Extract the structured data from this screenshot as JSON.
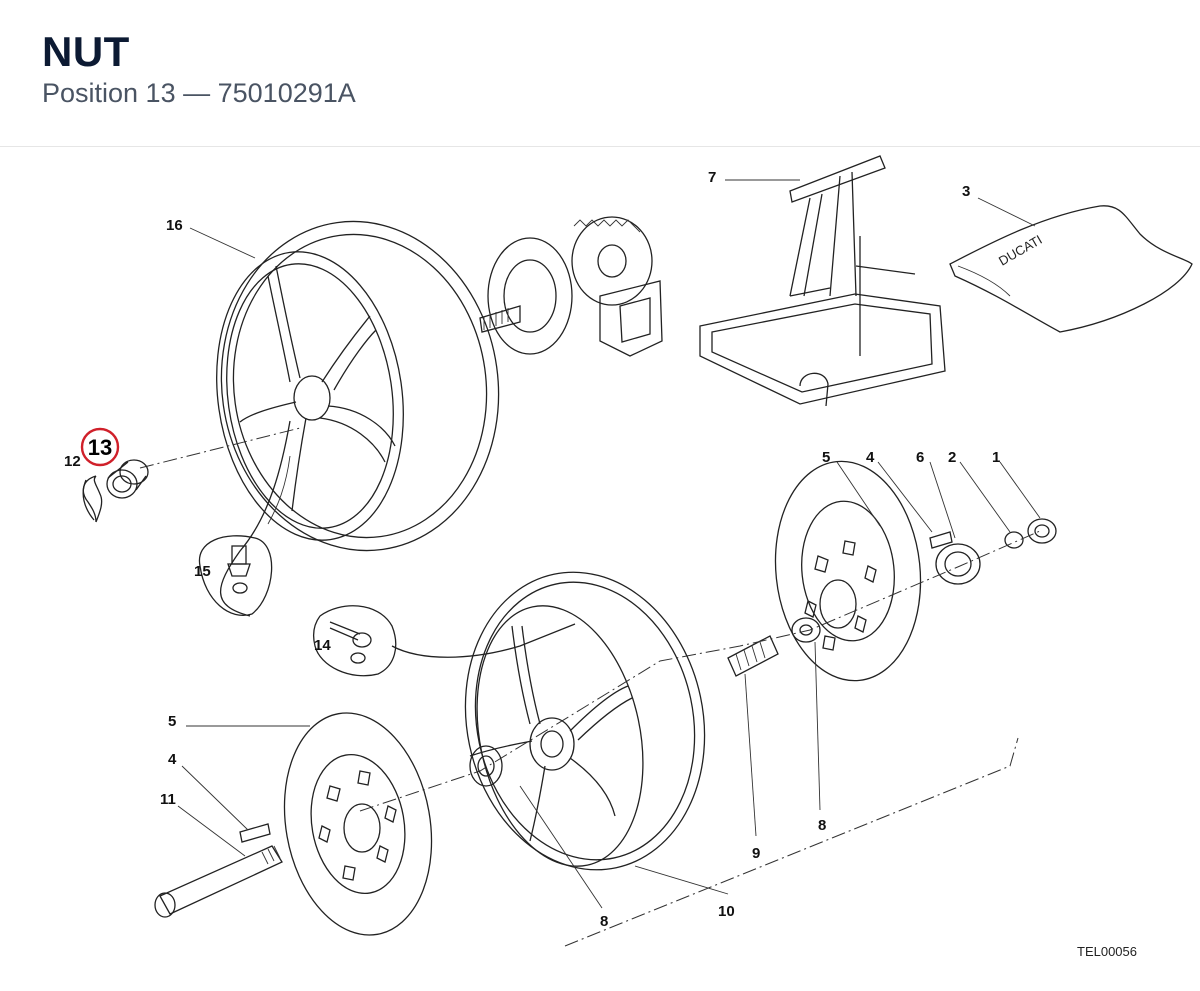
{
  "header": {
    "title": "NUT",
    "position_label": "Position 13",
    "separator": "—",
    "part_number": "75010291A"
  },
  "diagram": {
    "reference_code": "TEL00056",
    "highlight_color": "#d0202a",
    "highlighted_label": "13",
    "stand_logo_text": "DUCATI",
    "callouts": {
      "c1": "1",
      "c2": "2",
      "c3": "3",
      "c4a": "4",
      "c4b": "4",
      "c5a": "5",
      "c5b": "5",
      "c6": "6",
      "c7": "7",
      "c8a": "8",
      "c8b": "8",
      "c9": "9",
      "c10": "10",
      "c11": "11",
      "c12": "12",
      "c14": "14",
      "c15": "15",
      "c16": "16"
    }
  }
}
